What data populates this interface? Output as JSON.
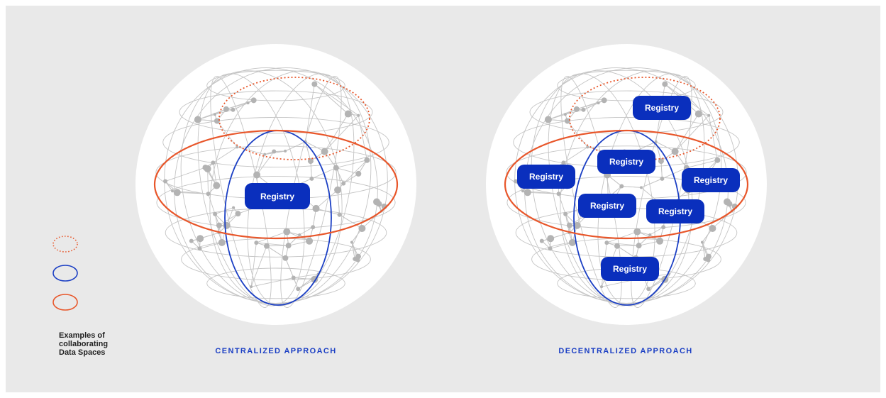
{
  "colors": {
    "background": "#e9e9e9",
    "sphere": "#ffffff",
    "network": "#c4c4c4",
    "node": "#b3b3b3",
    "registry": "#0a2fbd",
    "dataspace_orange": "#e8562a",
    "dataspace_blue": "#1b3fc4"
  },
  "legend": {
    "items": [
      {
        "style": "dotted",
        "color": "#e8562a",
        "icon": "dotted-ellipse-icon"
      },
      {
        "style": "solid",
        "color": "#1b3fc4",
        "icon": "blue-ellipse-icon"
      },
      {
        "style": "solid",
        "color": "#e8562a",
        "icon": "orange-ellipse-icon"
      }
    ],
    "text_lines": [
      "Examples of",
      "collaborating",
      "Data Spaces"
    ]
  },
  "centralized": {
    "caption": "CENTRALIZED APPROACH",
    "registries": [
      "Registry"
    ]
  },
  "decentralized": {
    "caption": "DECENTRALIZED APPROACH",
    "registries": [
      "Registry",
      "Registry",
      "Registry",
      "Registry",
      "Registry",
      "Registry",
      "Registry"
    ]
  }
}
